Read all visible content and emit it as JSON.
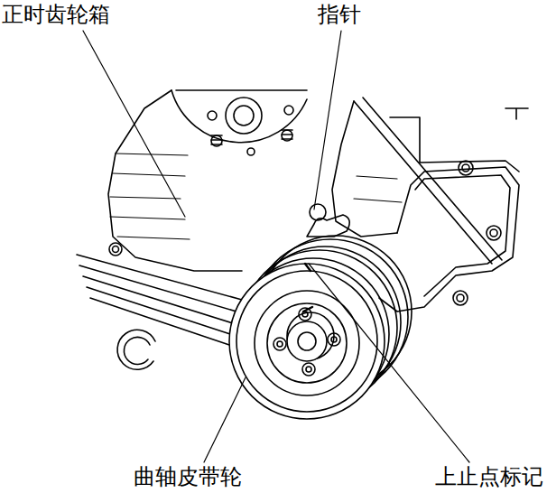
{
  "diagram": {
    "labels": [
      "正时齿轮箱",
      "指针",
      "曲轴皮带轮",
      "上止点标记"
    ]
  }
}
